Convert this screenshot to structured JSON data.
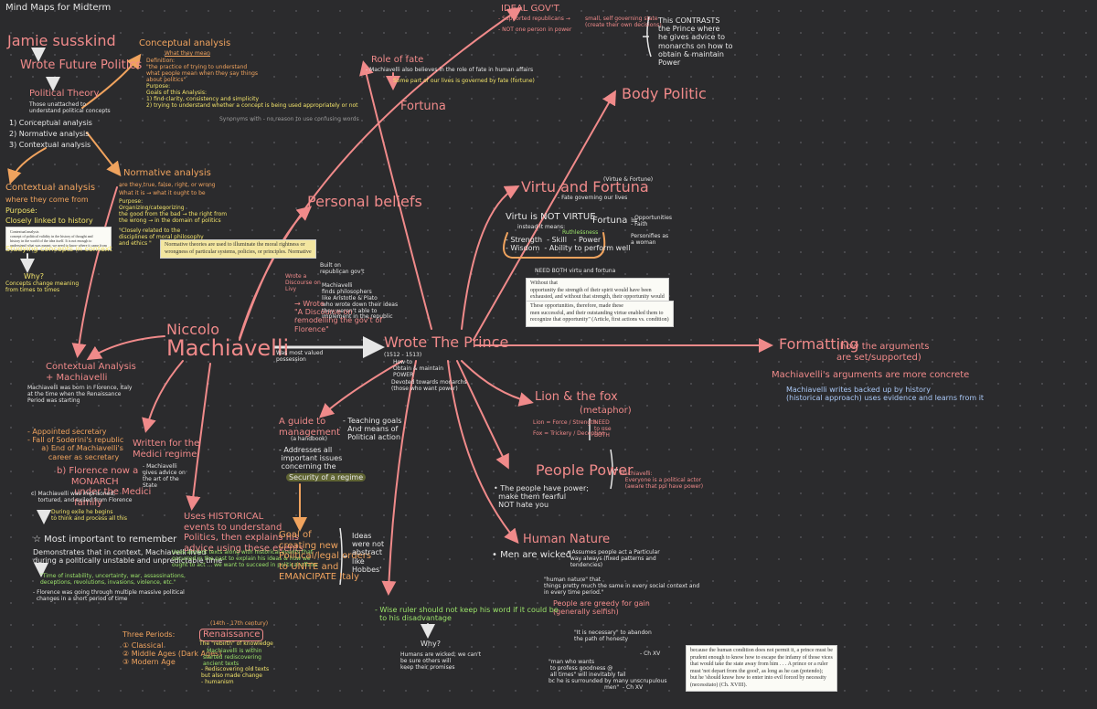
{
  "page_title": "Mind Maps for Midterm",
  "colors": {
    "background": "#2b2b2d",
    "orange": "#f0a35e",
    "pink": "#f08a8a",
    "yellow": "#f2e36a",
    "green": "#9be36a",
    "white": "#e6e6e6"
  },
  "left": {
    "author": "Jamie susskind",
    "book": "Wrote Future Politics",
    "pt_title": "Political Theory",
    "pt_desc": "Those unattached to\nunderstand political concepts",
    "items": [
      "1) Conceptual analysis",
      "2) Normative analysis",
      "3) Contextual analysis"
    ],
    "conceptual_title": "Conceptual analysis",
    "conceptual_sub": "What they mean",
    "conceptual_def": "Definition:\n\"the practice of trying to understand\nwhat people mean when they say things\nabout politics\"",
    "conceptual_purpose": "Purpose:\nGoals of this Analysis:\n1) find clarity, consistency and simplicity\n2) trying to understand whether a concept is being used appropriately or not",
    "conceptual_note": "Synonyms with - no reason to use confusing words",
    "normative_title": "Normative analysis",
    "normative_1": "are they true, false, right, or wrong",
    "normative_2": "What it is → what it ought to be",
    "normative_3": "Purpose:\nOrganizing/categorizing\nthe good from the bad → the right from\nthe wrong → in the domain of politics",
    "normative_4": "\"Closely related to the\ndisciplines of moral philosophy\nand ethics \"",
    "normative_clip": "Normative theories are used to illuminate the moral rightness or\nwrongness of particular systems, policies, or principles. Normative",
    "contextual_title": "Contextual analysis",
    "contextual_1": "where they come from",
    "contextual_2": "Purpose:",
    "contextual_3": "Closely linked to history",
    "contextual_clip": "Contextual analysis\nconcept of political validity in the history of thought and\nhistory in the world of the idea itself. It is not enough to\nunderstand what was meant; we need to know where it came from",
    "contextual_4": "Studying concepts in context",
    "why": "Why?",
    "why_ans": "Concepts change meaning\nfrom times to times",
    "ctx_mach_title": "Contextual Analysis\n+ Machiavelli",
    "ctx_mach_1": "Machiavelli was born in Florence, Italy\nat the time when the Renaissance\nPeriod was starting",
    "ctx_list": "- Appointed secretary\n- Fall of Soderini's republic\n      a) End of Machiavelli's\n         career as secretary",
    "ctx_b": "b) Florence now a\n     MONARCH\n      under the Medici\n      family",
    "ctx_c": "c) Machiavelli was imprisoned,\n    tortured, and exiled from Florence",
    "ctx_d": "During exile he begins\nto think and process all this",
    "star": "☆ Most important to remember",
    "demo": "Demonstrates that in context, Machiavelli lived\nduring a politically unstable and unpredictable time",
    "time_green": "\"Time of instability, uncertainty, war, assassinations,\ndeceptions, revolutions, invasions, violence, etc.\"",
    "florence": "- Florence was going through multiple massive political\n  changes in a short period of time",
    "written_title": "Written for the\nMedici regime",
    "written_desc": "- Machiavelli\ngives advice on\nthe art of the\nState",
    "three_title": "Three Periods:",
    "three_list": "① Classical\n② Middle Ages (Dark Ages)\n③ Modern Age",
    "ren_dates": "(14th - 17th century)",
    "ren_title": "Renaissance",
    "ren_sub": "The \"rebirth\" of knowledge",
    "ren_desc": "- Machiavelli is within\nstarted rediscovering\nancient texts",
    "ren_desc2": "- Rediscovering old texts\nbut also made change\n- humanism"
  },
  "center": {
    "niccolo": "Niccolo",
    "machiavelli": "Machiavelli",
    "passion": "Was most valued\npossession",
    "historical_title": "Uses HISTORICAL\nevents to understand\nPolitics, then explains his\nadvice using these events",
    "historical_desc": "Uses ancient texts along with historical events that\noccurred in the past to explain his ideas & how we\nought to act ... we want to succeed in political affairs",
    "personal": "Personal beliefs",
    "discourse": "Wrote a\nDiscourse on\nLivy",
    "based": "Built on\nrepublican gov't",
    "classical": "Machiavelli\nfinds philosophers\nlike Aristotle & Plato\nwho wrote down their ideas\nthey weren't able to\nimplement in the republic",
    "wrote_disc": "→ Wrote\n\"A Discourse on\nremodelling the gov't of\nFlorence\"",
    "guide": "A guide to\nmanagement",
    "guide_sub": "(a handbook)",
    "teaching": "- Teaching goals\n  And means of\n  Political action",
    "addresses": "- Addresses all\n important issues\n concerning the",
    "security": "Security of a regime",
    "goal": "Goal of\ncreating new\nPolitical/legal orders\nto UNITE and\nEMANCIPATE Italy",
    "hobbes": "Ideas\nwere not\nabstract\nlike\nHobbes'"
  },
  "prince": {
    "title": "Wrote The Prince",
    "dates": "(1512 - 1513)",
    "how": "How to\nObtain & maintain\nPOWER",
    "devoted": "Devoted towards monarchs\n(those who want power)",
    "ideal_title": "IDEAL GOV'T",
    "ideal_1": "- Supported republicans →",
    "ideal_small": "small, self governing state\n(create their own decisions)",
    "ideal_2": "- NOT one person in power",
    "contrasts": "This CONTRASTS\nthe Prince where\nhe gives advice to\nmonarchs on how to\nobtain & maintain\nPower",
    "fate_title": "Role of fate",
    "fate_1": "- Machiavelli also believes in the role of fate in human affairs",
    "fate_2": "Some part of our lives is governed by fate (fortune)",
    "fortuna": "Fortuna",
    "body": "Body Politic",
    "virtu_title": "Virtu and Fortuna",
    "virtu_tag": "(Virtue & Fortune)",
    "virtu_fate": "- Fate governing our lives",
    "virtu_not": "Virtu is NOT VIRTUE",
    "virtu_instead": "instead it means:",
    "virtu_list": "- Strength  - Skill   - Power\n- Wisdom  - Ability to perform well",
    "virtu_ruth": "Ruthlessness",
    "fortuna_eq": "Fortuna =",
    "fortuna_list": "- Opportunities\n- Faith",
    "fortuna_woman": "Personifies as\na woman",
    "need_both": "NEED BOTH virtu and fortuna",
    "clip1": "Without that\nopportunity the strength of their spirit would have been\nexhausted, and without that strength, their opportunity would\nhave come in vain.",
    "clip2": "These opportunities, therefore, made these\nmen successful, and their outstanding virtue enabled them to\nrecognize that opportunity\" (Article, first actions vs. condition)",
    "lion_title": "Lion & the fox",
    "lion_meta": "(metaphor)",
    "lion_1": "Lion = Force / Strength",
    "lion_2": "Fox = Trickery / Deception",
    "lion_need": "NEED\nto use\nBOTH",
    "people_title": "People Power",
    "people_desc": "• The people have power;\n  make them fearful\n  NOT hate you",
    "people_actor": "Machiavelli:\n   Everyone is a political actor\n   (aware that ppl have power)",
    "human_title": "Human Nature",
    "men_wicked": "• Men are wicked",
    "assumes": "• Assumes people act a Particular\n  way always (fixed patterns and\n  tendencies)",
    "human_quote": "\"human nature\" that\nthings pretty much the same in every social context and\nin every time period.\"",
    "greedy": "People are greedy for gain\n(generally selfish)",
    "wise": "- Wise ruler should not keep his word if it could be\n  to his disadvantage",
    "why2": "Why?",
    "wicked": "Humans are wicked; we can't\nbe sure others will\nkeep their promises",
    "necessary": "\"It is necessary\" to abandon\nthe path of honesty",
    "necessary_cite": "- Ch XV",
    "man_wants": "\"man who wants\n to profess goodness @\n all times\" will inevitably fail\nbc he is surrounded by many unscrupulous\n                                men\"  - Ch XV",
    "clip3": "because the human condition does not permit it, a prince must be\nprudent enough to know how to escape the infamy of those vices\nthat would take the state away from him . . . A prince or a ruler\nmust 'not depart from the good', as long as he can (potendo);\nbut he 'should know how to enter into evil forced by necessity\n(necessitato) (Ch. XVIII).",
    "formatting_title": "Formatting",
    "formatting_sub": "(how the arguments\nare set/supported)",
    "concrete": "Machiavelli's arguments are more concrete",
    "history": "Machiavelli writes backed up by history\n(historical approach) uses evidence and learns from it"
  }
}
